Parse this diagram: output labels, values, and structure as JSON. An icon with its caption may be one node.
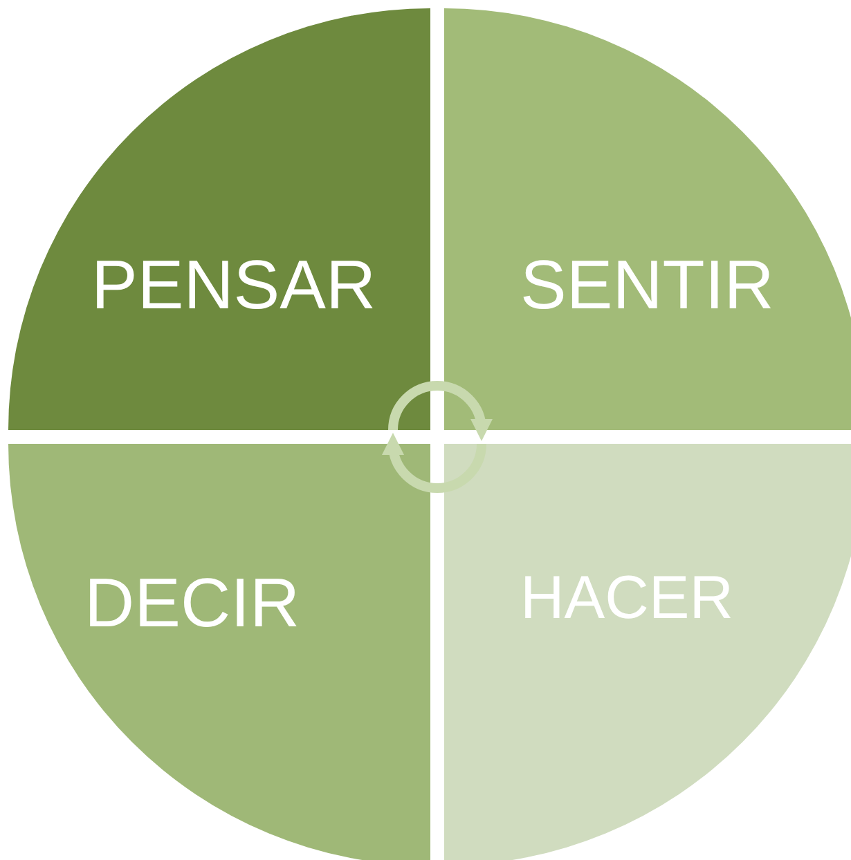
{
  "diagram": {
    "nodes": [
      {
        "text": [
          "PENSAR"
        ]
      },
      {
        "text": [
          "SENTIR"
        ]
      },
      {
        "text": [
          "DECIR"
        ]
      },
      {
        "text": [
          "HACER"
        ]
      }
    ],
    "edges": [
      {
        "from": 0,
        "to": 1,
        "arrow": "to"
      },
      {
        "from": 3,
        "to": 2,
        "arrow": "to"
      }
    ]
  }
}
